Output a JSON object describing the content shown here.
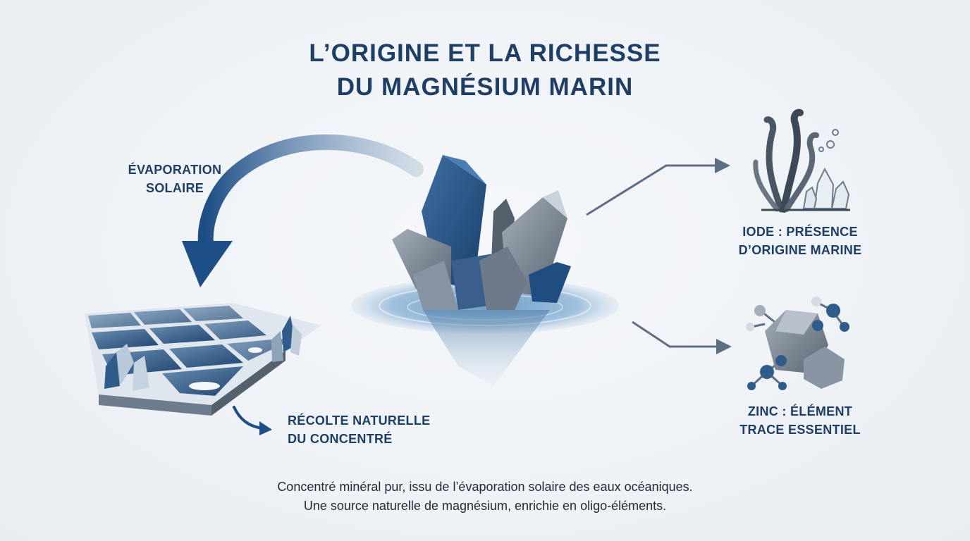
{
  "title": {
    "line1": "L’ORIGINE ET LA RICHESSE",
    "line2": "DU MAGNÉSIUM MARIN"
  },
  "labels": {
    "evaporation": {
      "line1": "ÉVAPORATION",
      "line2": "SOLAIRE"
    },
    "harvest": {
      "line1": "RÉCOLTE NATURELLE",
      "line2": "DU CONCENTRÉ"
    },
    "iode": {
      "line1": "IODE : PRÉSENCE",
      "line2": "D’ORIGINE MARINE"
    },
    "zinc": {
      "line1": "ZINC : ÉLÉMENT",
      "line2": "TRACE ESSENTIEL"
    }
  },
  "caption": {
    "line1": "Concentré minéral pur, issu de l’évaporation solaire des eaux océaniques.",
    "line2": "Une source naturelle de magnésium, enrichie en oligo-éléments."
  },
  "colors": {
    "navy": "#1f3e63",
    "blue": "#2e5c8a",
    "steel": "#5f6f82",
    "water": "#8fb4d3",
    "background": "#eef2f6"
  },
  "icons": [
    "evaporation-arrow-icon",
    "salt-pans-icon",
    "crystal-cluster-icon",
    "seaweed-icon",
    "zinc-molecule-icon",
    "harvest-arrow-icon",
    "iode-arrow-icon",
    "zinc-arrow-icon"
  ]
}
